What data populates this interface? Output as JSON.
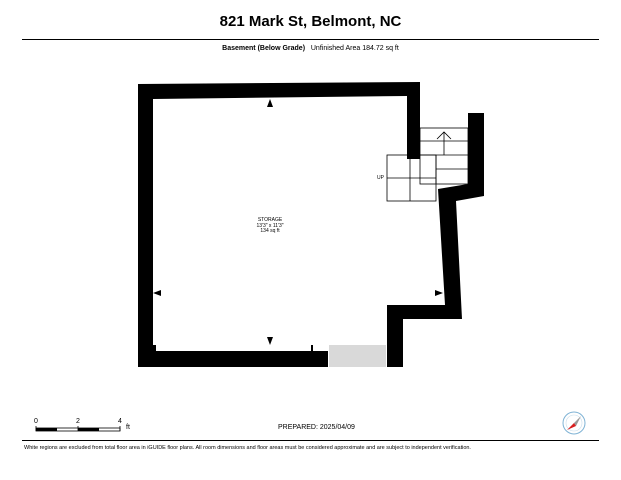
{
  "header": {
    "title": "821 Mark St, Belmont, NC",
    "level_name": "Basement (Below Grade)",
    "area_text": "Unfinished Area 184.72 sq ft"
  },
  "room": {
    "name": "STORAGE",
    "dimensions": "13'3\" x 11'3\"",
    "area": "134 sq ft"
  },
  "stairs": {
    "label": "UP"
  },
  "scale_bar": {
    "ticks": [
      "0",
      "2",
      "4"
    ],
    "unit": "ft"
  },
  "prepared": "PREPARED: 2025/04/09",
  "footer_note": "White regions are excluded from total floor area in iGUIDE floor plans. All room dimensions and floor areas must be considered approximate and are subject to independent verification.",
  "icons": {
    "compass": "compass-icon",
    "door_arrow": "arrow-icon"
  }
}
